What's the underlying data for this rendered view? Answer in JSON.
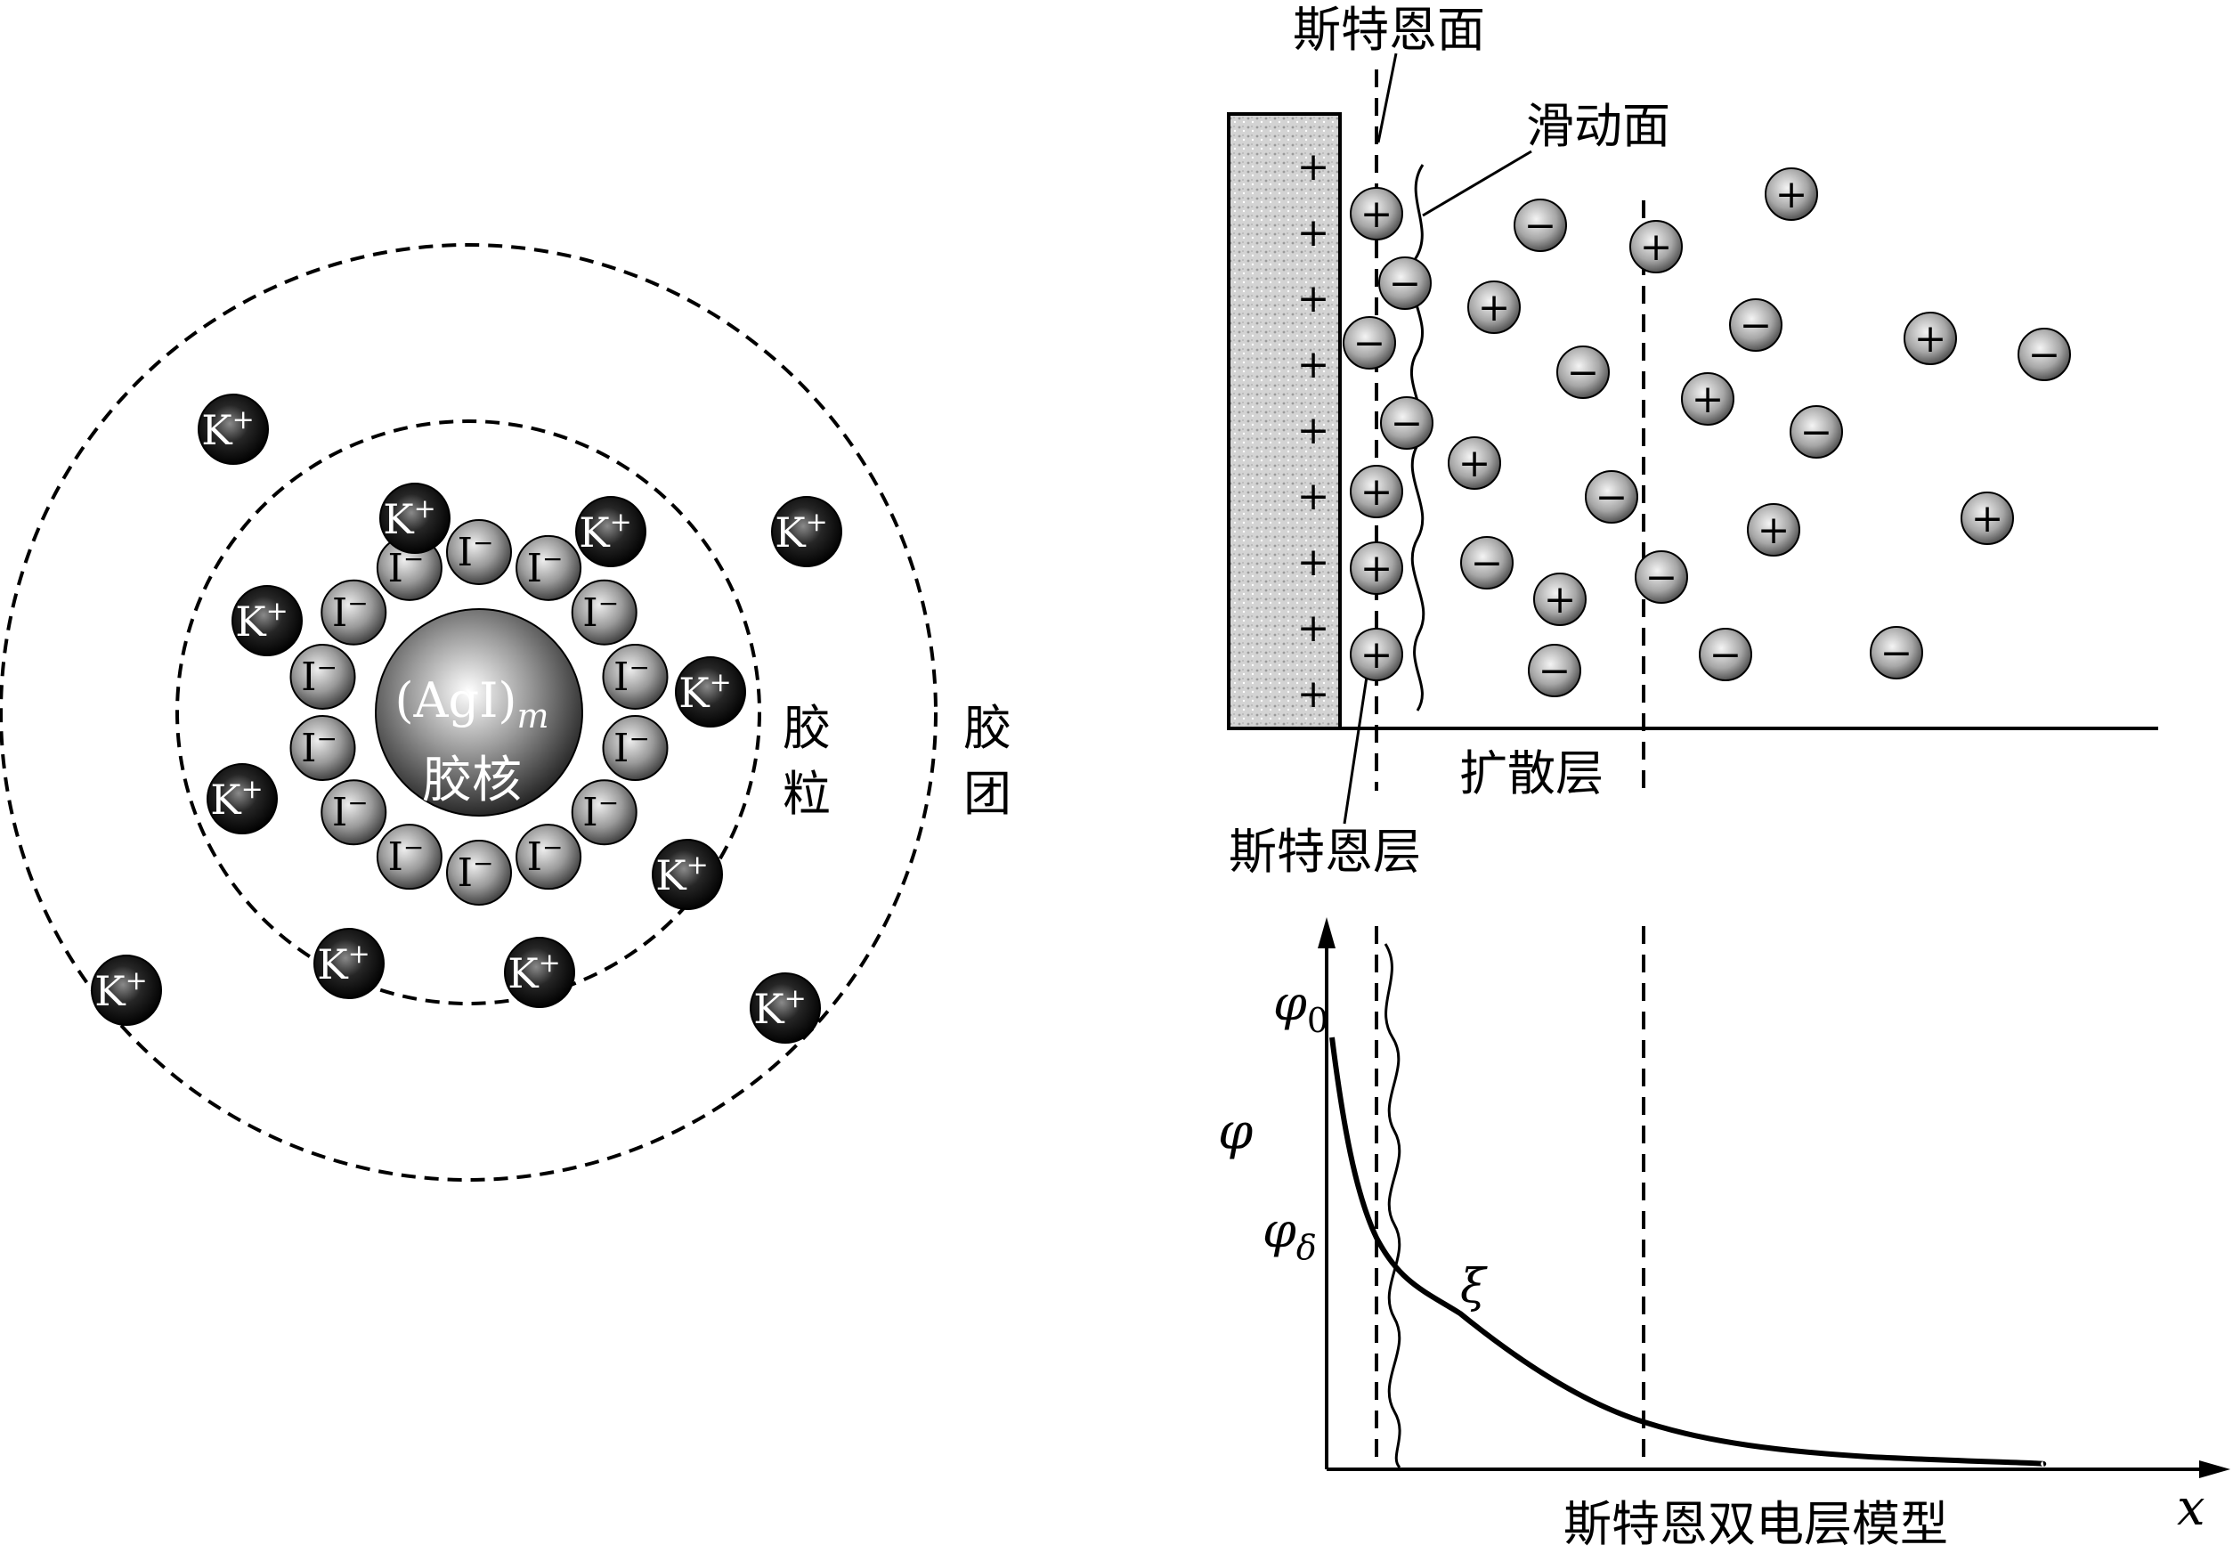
{
  "micelle": {
    "core_formula": "(AgI)",
    "core_formula_sub": "m",
    "core_label": "胶核",
    "inner_ion": "I",
    "inner_ion_sup": "−",
    "outer_ion": "K",
    "outer_ion_sup": "+",
    "label_particle": [
      "胶",
      "粒"
    ],
    "label_micelle": [
      "胶",
      "团"
    ]
  },
  "double_layer": {
    "stern_plane_label": "斯特恩面",
    "slip_plane_label": "滑动面",
    "stern_layer_label": "斯特恩层",
    "diffuse_layer_label": "扩散层",
    "plus": "+",
    "minus": "−"
  },
  "potential_plot": {
    "y_symbol": "φ",
    "phi0": "φ",
    "phi0_sub": "0",
    "phi_delta": "φ",
    "phi_delta_sub": "δ",
    "zeta": "ξ",
    "x_symbol": "x",
    "caption": "斯特恩双电层模型"
  },
  "colors": {
    "ink": "#000000",
    "sphere_dark": "#1a1a1a",
    "sphere_gray": "#8c8c8c",
    "wall": "#cfcfcf"
  }
}
